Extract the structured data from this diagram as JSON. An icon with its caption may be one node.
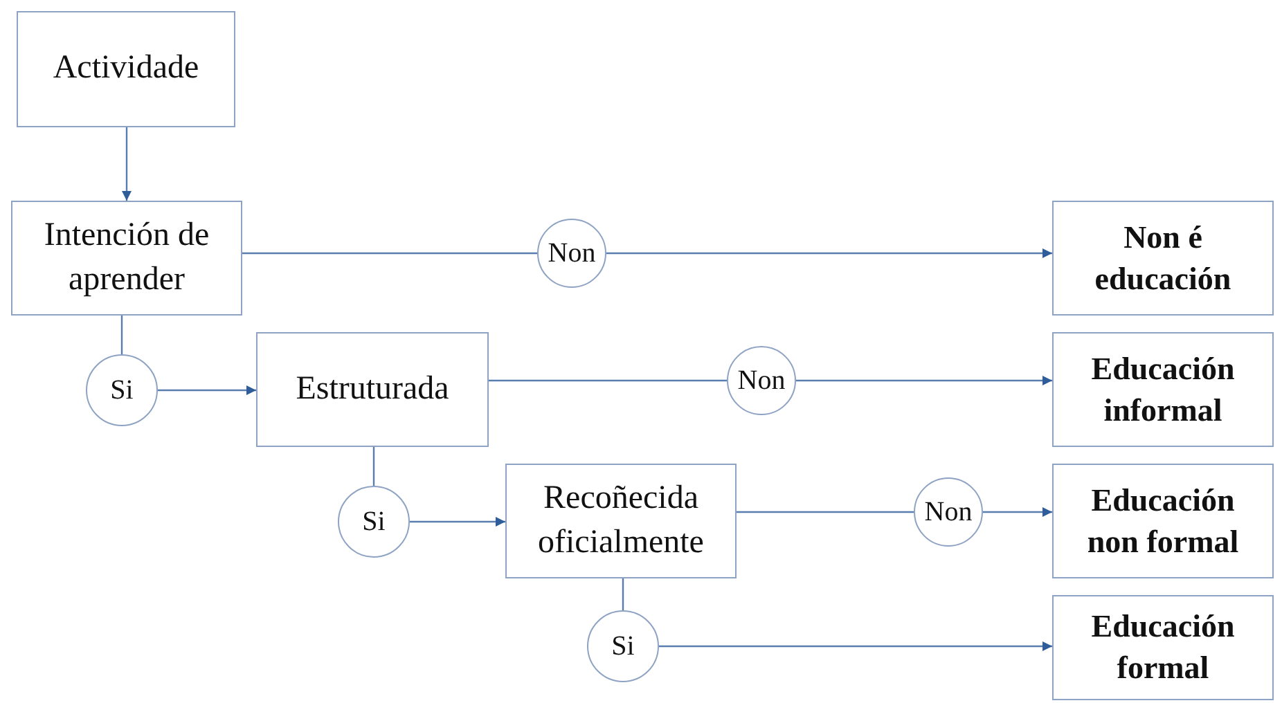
{
  "diagram": {
    "nodes": [
      {
        "text": [
          "Actividade"
        ]
      },
      {
        "text": [
          "Intención de aprender"
        ]
      },
      {
        "text": [
          "Non"
        ]
      },
      {
        "text": [
          "Non é educación"
        ]
      },
      {
        "text": [
          "Si"
        ]
      },
      {
        "text": [
          "Estruturada"
        ]
      },
      {
        "text": [
          "Non"
        ]
      },
      {
        "text": [
          "Educación informal"
        ]
      },
      {
        "text": [
          "Si"
        ]
      },
      {
        "text": [
          "Recoñecida oficialmente"
        ]
      },
      {
        "text": [
          "Non"
        ]
      },
      {
        "text": [
          "Educación non formal"
        ]
      },
      {
        "text": [
          "Si"
        ]
      },
      {
        "text": [
          "Educación formal"
        ]
      }
    ],
    "edges": [
      {
        "from": 0,
        "to": 1,
        "arrow": "to"
      },
      {
        "from": 1,
        "to": 2,
        "arrow": "none"
      },
      {
        "from": 2,
        "to": 3,
        "arrow": "to"
      },
      {
        "from": 1,
        "to": 4,
        "arrow": "none"
      },
      {
        "from": 4,
        "to": 5,
        "arrow": "to"
      },
      {
        "from": 5,
        "to": 6,
        "arrow": "none"
      },
      {
        "from": 6,
        "to": 7,
        "arrow": "to"
      },
      {
        "from": 5,
        "to": 8,
        "arrow": "none"
      },
      {
        "from": 8,
        "to": 9,
        "arrow": "to"
      },
      {
        "from": 9,
        "to": 10,
        "arrow": "none"
      },
      {
        "from": 10,
        "to": 11,
        "arrow": "to"
      },
      {
        "from": 9,
        "to": 12,
        "arrow": "none"
      },
      {
        "from": 12,
        "to": 13,
        "arrow": "to"
      }
    ]
  }
}
